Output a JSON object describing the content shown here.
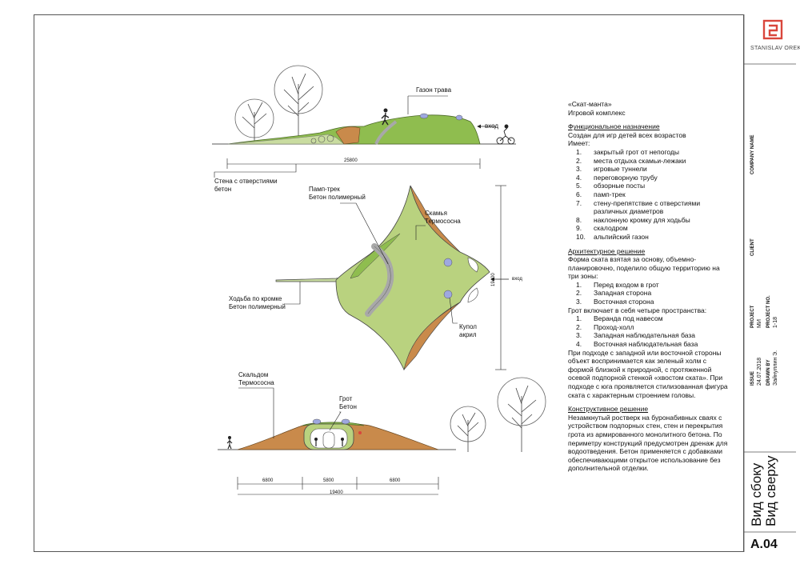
{
  "brand": {
    "name": "STANISLAV OREKHOV",
    "accent": "#d9463c"
  },
  "titleblock": {
    "company_label": "COMPANY NAME",
    "client_label": "CLIENT",
    "project_label": "PROJECT",
    "project_value": "МИ",
    "project_no_label": "PROJECT NO.",
    "project_no_value": "1-18",
    "issue_label": "ISSUE",
    "issue_value": "24.07.2018",
    "drawn_by_label": "DRAWN BY",
    "drawn_by_value": "Зайнуллин Э.",
    "view_title_1": "Вид сбоку",
    "view_title_2": "Вид сверху",
    "sheet": "A.04"
  },
  "drawing": {
    "side_view": {
      "label_lawn": "Газон трава",
      "label_entry": "вход",
      "dimension": "25800",
      "label_wall_1": "Стена с отверстиями",
      "label_wall_2": "бетон"
    },
    "plan_view": {
      "label_pump_1": "Памп-трек",
      "label_pump_2": "Бетон полимерный",
      "label_bench_1": "Скамья",
      "label_bench_2": "Термососна",
      "label_walk_1": "Ходьба по кромке",
      "label_walk_2": "Бетон полимерный",
      "label_dome_1": "Купол",
      "label_dome_2": "акрил",
      "label_entry": "вход",
      "dimension_vertical": "19400"
    },
    "section_view": {
      "label_climb_1": "Скальдом",
      "label_climb_2": "Термососна",
      "label_grotto_1": "Грот",
      "label_grotto_2": "Бетон",
      "dim_1": "6800",
      "dim_2": "5800",
      "dim_3": "6800",
      "dim_total": "19400"
    },
    "colors": {
      "lawn": "#8fbd4f",
      "lawn_light": "#c9dca0",
      "earth": "#c98a4b",
      "track": "#a8a8a8",
      "dome": "#9ea8e0",
      "line": "#222222"
    }
  },
  "notes": {
    "title_1": "«Скат-манта»",
    "title_2": "Игровой комплекс",
    "func_heading": "Функциональное назначение",
    "func_line_1": "Создан для игр детей всех возрастов",
    "func_line_2": "Имеет:",
    "func_items": [
      {
        "n": "1.",
        "text": "закрытый грот от непогоды"
      },
      {
        "n": "2.",
        "text": "места отдыха скамьи-лежаки"
      },
      {
        "n": "3.",
        "text": "игровые туннели"
      },
      {
        "n": "4.",
        "text": "переговорную трубу"
      },
      {
        "n": "5.",
        "text": "обзорные посты"
      },
      {
        "n": "6.",
        "text": "памп-трек"
      },
      {
        "n": "7.",
        "text": "стену-препятствие с отверстиями различных диаметров"
      },
      {
        "n": "8.",
        "text": "наклонную кромку для ходьбы"
      },
      {
        "n": "9.",
        "text": "скалодром"
      },
      {
        "n": "10.",
        "text": "альпийский газон"
      }
    ],
    "arch_heading": "Архитектурное решение",
    "arch_para_1": "Форма ската взятая за основу, объемно-планировочно, поделило общую территорию на три зоны:",
    "arch_items_1": [
      {
        "n": "1.",
        "text": "Перед входом в грот"
      },
      {
        "n": "2.",
        "text": "Западная сторона"
      },
      {
        "n": "3.",
        "text": "Восточная сторона"
      }
    ],
    "arch_para_2": "Грот включает в себя четыре пространства:",
    "arch_items_2": [
      {
        "n": "1.",
        "text": "Веранда под навесом"
      },
      {
        "n": "2.",
        "text": "Проход-холл"
      },
      {
        "n": "3.",
        "text": "Западная наблюдательная база"
      },
      {
        "n": "4.",
        "text": "Восточная наблюдательная база"
      }
    ],
    "arch_para_3": "При подходе с западной или восточной стороны объект воспринимается как зеленый холм с формой близкой к природной, с протяженной осевой подпорной стенкой «хвостом ската». При подходе с юга проявляется стилизованная фигура ската с характерным строением головы.",
    "constr_heading": "Конструктивное решение",
    "constr_para": "Незамкнутый ростверк на буронабивных сваях с устройством подпорных стен, стен и перекрытия грота из армированного монолитного бетона. По периметру конструкций предусмотрен дренаж для водоотведения. Бетон применяется с добавками обеспечивающими открытое использование без дополнительной отделки."
  }
}
